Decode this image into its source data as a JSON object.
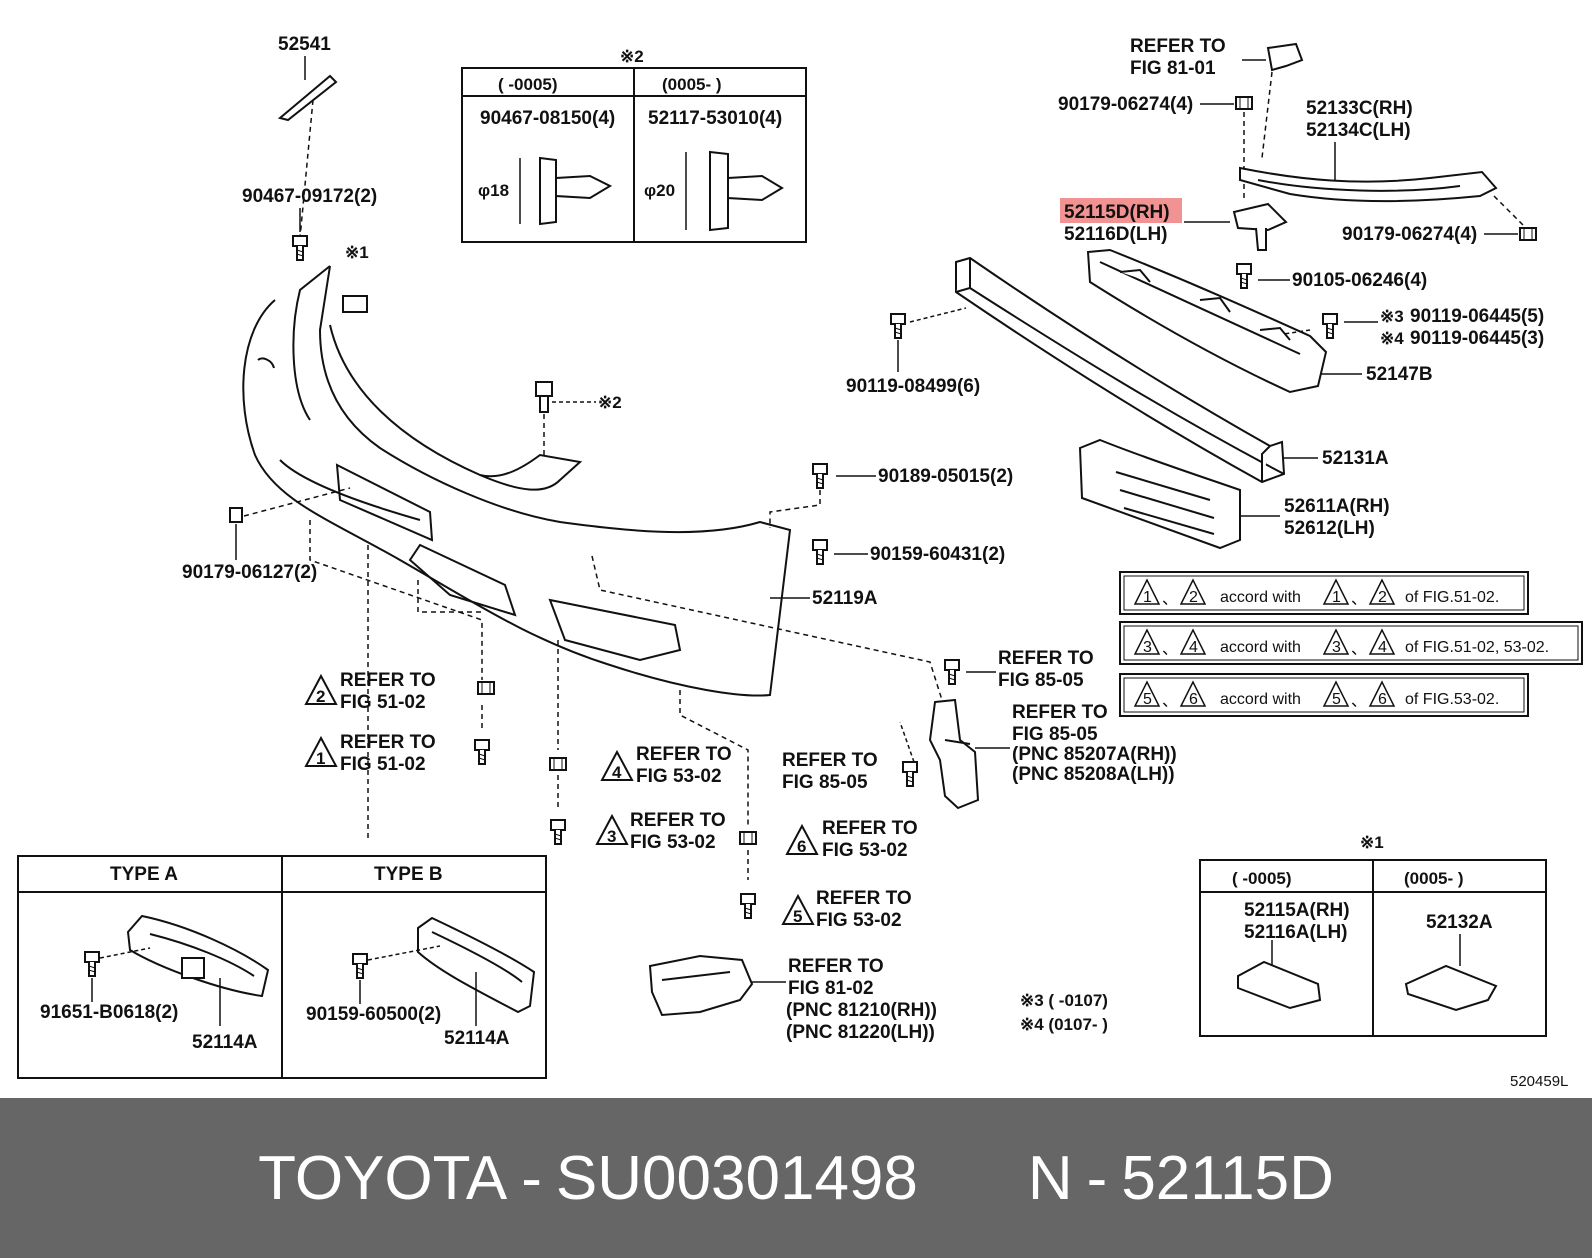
{
  "footer": {
    "brand": "TOYOTA",
    "sep": "-",
    "catalog": "SU00301498",
    "n": "N",
    "part": "52115D"
  },
  "colors": {
    "highlight": "#f08080",
    "footer_bg": "#666666",
    "line": "#111111"
  },
  "labels": {
    "p52541": "52541",
    "p90467_09172": "90467-09172(2)",
    "note1_a": "※1",
    "note2_a": "※2",
    "note2_top": "※2",
    "p90179_06127": "90179-06127(2)",
    "p52119a": "52119A",
    "p90189_05015": "90189-05015(2)",
    "p90159_60431": "90159-60431(2)",
    "refer_to": "REFER TO",
    "fig_51_02": "FIG 51-02",
    "fig_53_02": "FIG 53-02",
    "fig_85_05": "FIG 85-05",
    "fig_81_01": "FIG 81-01",
    "fig_81_02": "FIG 81-02",
    "pnc_85207a": "(PNC 85207A(RH))",
    "pnc_85208a": "(PNC 85208A(LH))",
    "pnc_81210": "(PNC 81210(RH))",
    "pnc_81220": "(PNC 81220(LH))",
    "p90179_06274_a": "90179-06274(4)",
    "p90179_06274_b": "90179-06274(4)",
    "p52133c": "52133C(RH)",
    "p52134c": "52134C(LH)",
    "p52115d": "52115D(RH)",
    "p52116d": "52116D(LH)",
    "p90105_06246": "90105-06246(4)",
    "p90119_06445_5": "90119-06445(5)",
    "p90119_06445_3": "90119-06445(3)",
    "note3": "※3",
    "note4": "※4",
    "p52147b": "52147B",
    "p90119_08499": "90119-08499(6)",
    "p52131a": "52131A",
    "p52611a": "52611A(RH)",
    "p52612": "52612(LH)",
    "p91651_b0618": "91651-B0618(2)",
    "p52114a": "52114A",
    "p90159_60500": "90159-60500(2)",
    "type_a": "TYPE A",
    "type_b": "TYPE B",
    "note3_range": "※3 (      -0107)",
    "note4_range": "※4 (0107-      )",
    "drawing_no": "520459L"
  },
  "tri": {
    "t1": "1",
    "t2": "2",
    "t3": "3",
    "t4": "4",
    "t5": "5",
    "t6": "6"
  },
  "table2": {
    "mark": "※2",
    "col1_head": "(      -0005)",
    "col2_head": "(0005-      )",
    "col1_part": "90467-08150(4)",
    "col2_part": "52117-53010(4)",
    "col1_dim": "φ18",
    "col2_dim": "φ20"
  },
  "table1": {
    "mark": "※1",
    "col1_head": "(      -0005)",
    "col2_head": "(0005-      )",
    "col1_part_a": "52115A(RH)",
    "col1_part_b": "52116A(LH)",
    "col2_part": "52132A"
  },
  "legend": [
    {
      "a": "1",
      "b": "2",
      "text": "accord with",
      "c": "1",
      "d": "2",
      "ref": "of FIG.51-02."
    },
    {
      "a": "3",
      "b": "4",
      "text": "accord with",
      "c": "3",
      "d": "4",
      "ref": "of FIG.51-02, 53-02."
    },
    {
      "a": "5",
      "b": "6",
      "text": "accord with",
      "c": "5",
      "d": "6",
      "ref": "of FIG.53-02."
    }
  ]
}
